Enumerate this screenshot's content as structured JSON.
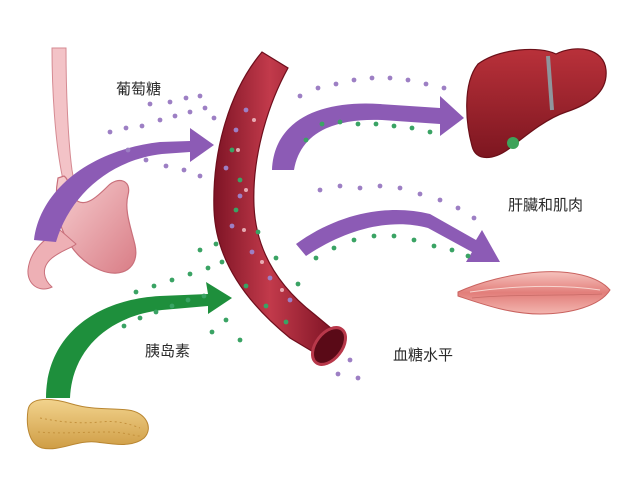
{
  "labels": {
    "glucose": "葡萄糖",
    "insulin": "胰岛素",
    "blood_sugar": "血糖水平",
    "liver_muscle": "肝臟和肌肉"
  },
  "colors": {
    "glucose_arrow": "#8c5bb5",
    "insulin_arrow": "#1e8f3c",
    "glucose_dot": "#9d7fc4",
    "insulin_dot": "#3aa364",
    "vessel": "#9b1c2e",
    "liver": "#a3212b",
    "stomach": "#e9a3a8",
    "muscle": "#e88f8b",
    "pancreas": "#e6c070"
  }
}
